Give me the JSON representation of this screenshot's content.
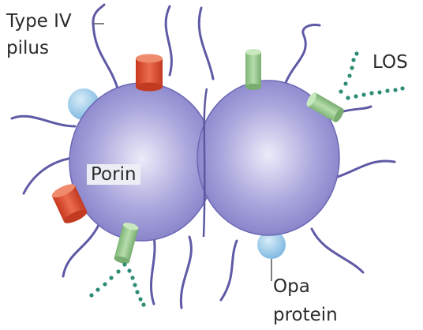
{
  "labels": {
    "type_iv": "Type IV",
    "pilus": "pilus",
    "los": "LOS",
    "porin": "Porin",
    "opa": "Opa",
    "protein": "protein"
  },
  "colors": {
    "cell_body": "#8d88cf",
    "cell_outline": "#5c58a0",
    "pilus_fiber": "#5f5aa6",
    "porin": "#d9452b",
    "los_cylinder": "#93c88a",
    "los_chain": "#2e8b75",
    "opa_protein": "#8fc4e6"
  }
}
